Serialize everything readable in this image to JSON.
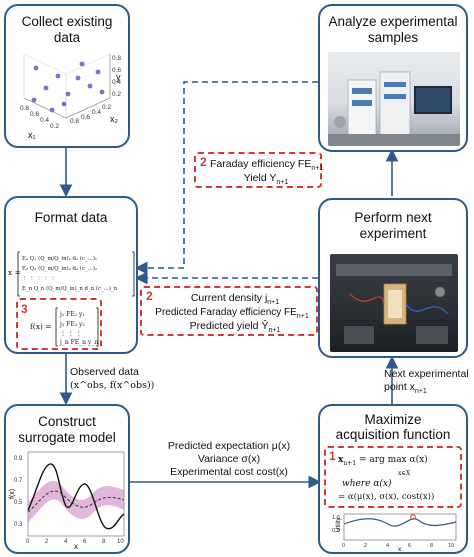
{
  "boxes": {
    "collect": {
      "title_l1": "Collect existing",
      "title_l2": "data",
      "axis_y": "y",
      "axis_x1": "x₁",
      "axis_x2": "x₂",
      "yticks": [
        "0.8",
        "0.6",
        "0.4",
        "0.2"
      ],
      "x2ticks": [
        "0.8",
        "0.6",
        "0.4",
        "0.2"
      ],
      "x1ticks": [
        "0.8",
        "0.6",
        "0.4",
        "0.2"
      ]
    },
    "format": {
      "title": "Format data",
      "x_label": "x =",
      "f_label": "f(x) =",
      "badge": "3"
    },
    "construct": {
      "title_l1": "Construct",
      "title_l2": "surrogate model",
      "ylabel": "f(x)",
      "xlabel": "x",
      "yticks": [
        "0.9",
        "0.7",
        "0.5",
        "0.3"
      ],
      "xticks": [
        "0",
        "2",
        "4",
        "6",
        "8",
        "10"
      ]
    },
    "analyze": {
      "title_l1": "Analyze experimental",
      "title_l2": "samples"
    },
    "perform": {
      "title_l1": "Perform next",
      "title_l2": "experiment"
    },
    "maximize": {
      "title_l1": "Maximize",
      "title_l2": "acquisition function",
      "badge": "1",
      "eq1_lhs": "x",
      "eq1_sub": "n+1",
      "eq1_rhs": "= arg max α(x)",
      "eq1_under": "x∈X",
      "eq2": "where α(x)",
      "eq3": "= α(μ(x), σ(x), cost(x))",
      "util_label": "Utility",
      "util_xlabel": "x",
      "util_yticks": [
        "1.0",
        "0.5"
      ],
      "util_xticks": [
        "0",
        "2",
        "4",
        "6",
        "8",
        "10"
      ]
    }
  },
  "callouts": {
    "faraday": {
      "badge": "2",
      "line1": "Faraday efficiency FE",
      "line1_sub": "n+1",
      "line2": "Yield Y",
      "line2_sub": "n+1"
    },
    "predicted": {
      "badge": "2",
      "line1": "Current density j",
      "line1_sub": "n+1",
      "line2": "Predicted Faraday efficiency FE",
      "line2_sub": "n+1",
      "line3": "Predicted yield Ŷ",
      "line3_sub": "n+1"
    }
  },
  "arrows": {
    "observed": {
      "line1": "Observed data",
      "line2": "(x^obs, f(x^obs))"
    },
    "next_point": {
      "line1": "Next experimental",
      "line2": "point x",
      "line2_sub": "n+1"
    },
    "predicted_expectation": {
      "line1": "Predicted expectation μ(x)",
      "line2": "Variance σ(x)",
      "line3": "Experimental cost cost(x)"
    }
  },
  "colors": {
    "box_border": "#2e5a8c",
    "dash_red": "#d23a34",
    "arrow_blue": "#2e5a8c",
    "band_pink": "#c97dbf",
    "dot_purple": "#7b6fd0"
  }
}
